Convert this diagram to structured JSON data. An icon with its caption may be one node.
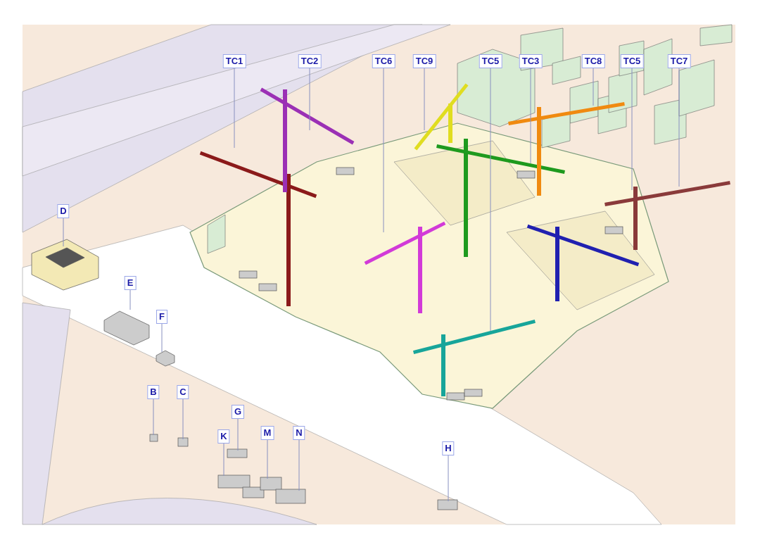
{
  "diagram": {
    "nodes": [
      {
        "text": [
          "TC1"
        ]
      },
      {
        "text": [
          "TC2"
        ]
      },
      {
        "text": [
          "TC6"
        ]
      },
      {
        "text": [
          "TC9"
        ]
      },
      {
        "text": [
          "TC5"
        ]
      },
      {
        "text": [
          "TC3"
        ]
      },
      {
        "text": [
          "TC8"
        ]
      },
      {
        "text": [
          "TC5"
        ]
      },
      {
        "text": [
          "TC7"
        ]
      },
      {
        "text": [
          "D"
        ]
      },
      {
        "text": [
          "E"
        ]
      },
      {
        "text": [
          "F"
        ]
      },
      {
        "text": [
          "B"
        ]
      },
      {
        "text": [
          "C"
        ]
      },
      {
        "text": [
          "G"
        ]
      },
      {
        "text": [
          "K"
        ]
      },
      {
        "text": [
          "M"
        ]
      },
      {
        "text": [
          "N"
        ]
      },
      {
        "text": [
          "H"
        ]
      }
    ],
    "edges": [
      {
        "from": 0,
        "to": null,
        "arrow": "none"
      },
      {
        "from": 1,
        "to": null,
        "arrow": "none"
      },
      {
        "from": 2,
        "to": null,
        "arrow": "none"
      },
      {
        "from": 3,
        "to": null,
        "arrow": "none"
      },
      {
        "from": 4,
        "to": null,
        "arrow": "none"
      },
      {
        "from": 5,
        "to": null,
        "arrow": "none"
      },
      {
        "from": 6,
        "to": null,
        "arrow": "none"
      },
      {
        "from": 7,
        "to": null,
        "arrow": "none"
      },
      {
        "from": 8,
        "to": null,
        "arrow": "none"
      },
      {
        "from": 9,
        "to": null,
        "arrow": "none"
      },
      {
        "from": 10,
        "to": null,
        "arrow": "none"
      },
      {
        "from": 11,
        "to": null,
        "arrow": "none"
      },
      {
        "from": 12,
        "to": null,
        "arrow": "none"
      },
      {
        "from": 13,
        "to": null,
        "arrow": "none"
      },
      {
        "from": 14,
        "to": null,
        "arrow": "none"
      },
      {
        "from": 15,
        "to": null,
        "arrow": "none"
      },
      {
        "from": 16,
        "to": null,
        "arrow": "none"
      },
      {
        "from": 17,
        "to": null,
        "arrow": "none"
      },
      {
        "from": 18,
        "to": null,
        "arrow": "none"
      }
    ]
  }
}
